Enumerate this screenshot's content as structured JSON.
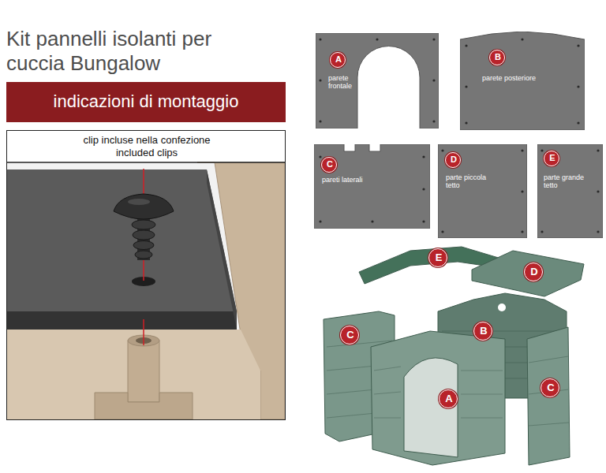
{
  "diagram": {
    "title": "Kit pannelli isolanti per cuccia Bungalow",
    "nodes": [
      {
        "text": [
          "indicazioni di montaggio"
        ]
      },
      {
        "text": [
          "clip incluse nella confezione",
          "included clips"
        ]
      },
      {
        "text": [
          "parete frontale"
        ]
      },
      {
        "text": [
          "A"
        ],
        "in": 2
      },
      {
        "text": [
          "parete posteriore"
        ]
      },
      {
        "text": [
          "B"
        ],
        "in": 4
      },
      {
        "text": [
          "pareti laterali"
        ]
      },
      {
        "text": [
          "C"
        ],
        "in": 6
      },
      {
        "text": [
          "parte piccola tetto"
        ]
      },
      {
        "text": [
          "D"
        ],
        "in": 8
      },
      {
        "text": [
          "parte grande tetto"
        ]
      },
      {
        "text": [
          "E"
        ],
        "in": 10
      },
      {
        "text": [
          "E"
        ]
      },
      {
        "text": [
          "D"
        ]
      },
      {
        "text": [
          "C"
        ]
      },
      {
        "text": [
          "B"
        ]
      },
      {
        "text": [
          "A"
        ]
      },
      {
        "text": [
          "C"
        ]
      }
    ]
  }
}
